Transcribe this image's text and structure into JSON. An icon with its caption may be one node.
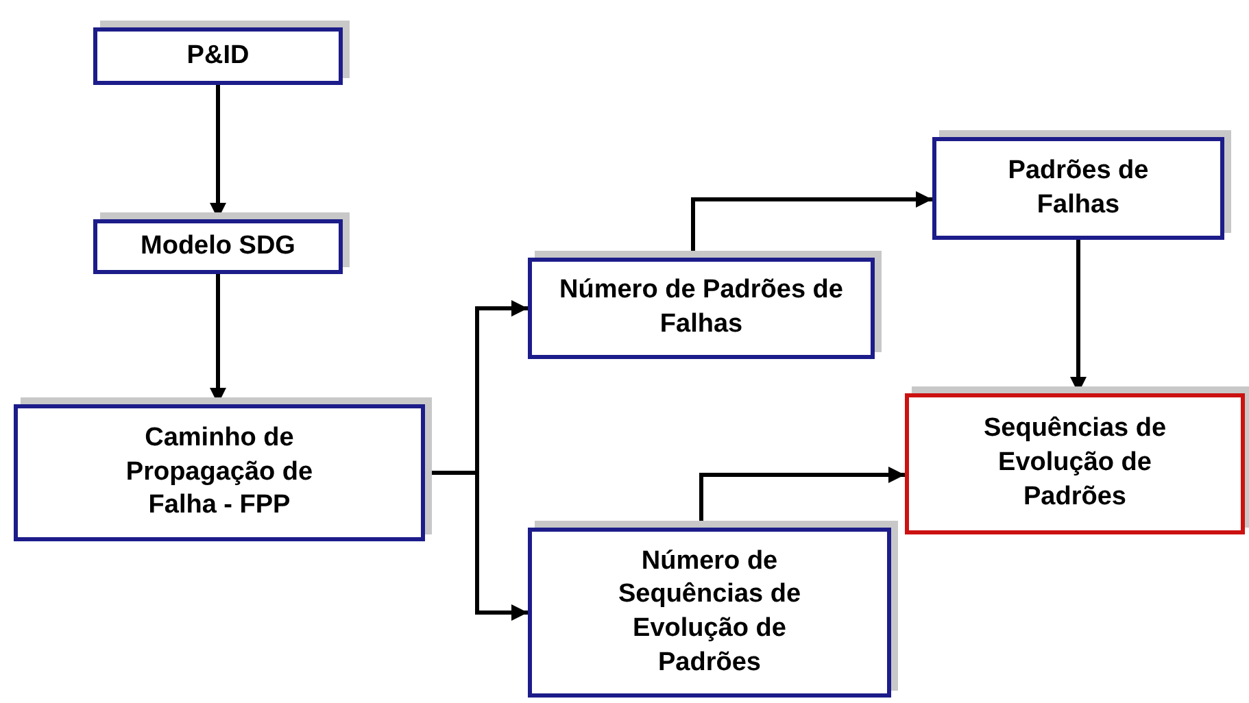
{
  "diagram": {
    "nodes": [
      {
        "text": [
          "P&ID"
        ]
      },
      {
        "text": [
          "Modelo SDG"
        ]
      },
      {
        "text": [
          "Caminho de Propagação de Falha - FPP"
        ]
      },
      {
        "text": [
          "Número de Padrões de Falhas"
        ]
      },
      {
        "text": [
          "Padrões de Falhas"
        ]
      },
      {
        "text": [
          "Sequências de Evolução de Padrões"
        ]
      },
      {
        "text": [
          "Número de Sequências de Evolução de Padrões"
        ]
      }
    ],
    "edges": [
      {
        "from": 0,
        "to": 1,
        "arrow": "to"
      },
      {
        "from": 1,
        "to": 2,
        "arrow": "to"
      },
      {
        "from": 2,
        "to": 3,
        "arrow": "to"
      },
      {
        "from": 2,
        "to": 6,
        "arrow": "to"
      },
      {
        "from": 3,
        "to": 4,
        "arrow": "to"
      },
      {
        "from": 4,
        "to": 5,
        "arrow": "to"
      },
      {
        "from": 6,
        "to": 5,
        "arrow": "to"
      }
    ]
  }
}
